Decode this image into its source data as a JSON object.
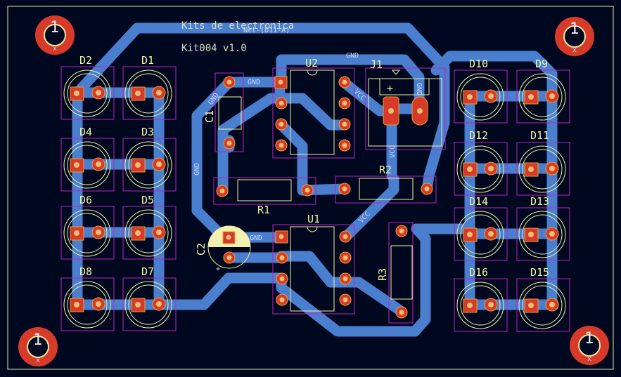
{
  "board": {
    "title_line1": "Kits de electronica",
    "title_line2": "Kit004 v1.0",
    "net_label": "Net-(D11-A)",
    "colors": {
      "background": "#000820",
      "copper_back": "#4a7fd0",
      "pad": "#d83a2a",
      "silkscreen": "#f2f2a0",
      "courtyard": "#c020c0",
      "edge_cuts": "#e8e8a0"
    }
  },
  "mounting_holes": [
    {
      "label": "1",
      "mark": "x"
    },
    {
      "label": "1",
      "mark": "x"
    },
    {
      "label": "1",
      "mark": "x"
    },
    {
      "label": "1",
      "mark": "x"
    }
  ],
  "leds_left": {
    "row1": [
      "D2",
      "D1"
    ],
    "row2": [
      "D4",
      "D3"
    ],
    "row3": [
      "D6",
      "D5"
    ],
    "row4": [
      "D8",
      "D7"
    ]
  },
  "leds_right": {
    "row1": [
      "D10",
      "D9"
    ],
    "row2": [
      "D12",
      "D11"
    ],
    "row3": [
      "D14",
      "D13"
    ],
    "row4": [
      "D16",
      "D15"
    ]
  },
  "components": {
    "u2": "U2",
    "u1": "U1",
    "j1": "J1",
    "c1": "C1",
    "c2": "C2",
    "r1": "R1",
    "r2": "R2",
    "r3": "R3"
  },
  "nets": {
    "gnd": "GND",
    "vcc": "VCC",
    "plus": "+"
  }
}
